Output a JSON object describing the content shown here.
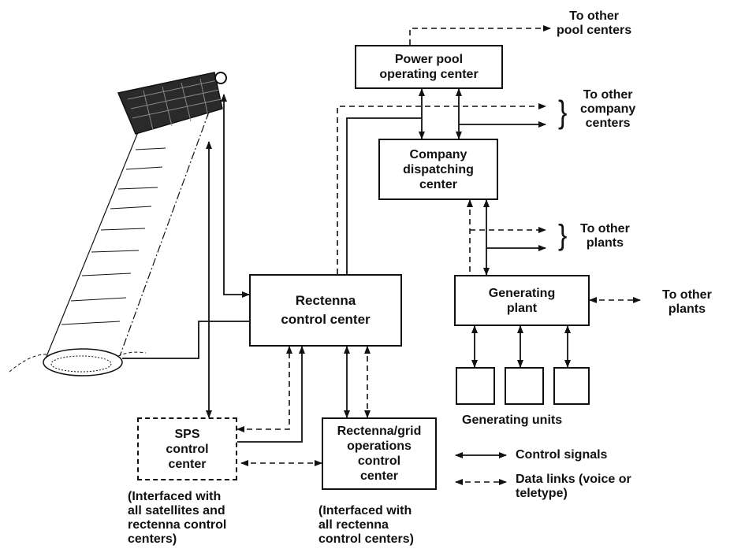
{
  "boxes": {
    "power_pool": "Power pool\noperating center",
    "company_dispatching": "Company\ndispatching\ncenter",
    "rectenna_control": "Rectenna\ncontrol  center",
    "generating_plant": "Generating\nplant",
    "sps_control": "SPS\ncontrol\ncenter",
    "rectenna_grid": "Rectenna/grid\noperations\ncontrol\ncenter"
  },
  "labels": {
    "to_other_pool_centers": "To other\npool centers",
    "to_other_company_centers": "To other\ncompany\ncenters",
    "to_other_plants_upper": "To other\nplants",
    "to_other_plants_right": "To other\nplants",
    "generating_units": "Generating units",
    "sps_note": "(Interfaced with\nall satellites and\nrectenna control\ncenters)",
    "rectenna_grid_note": "(Interfaced with\nall rectenna\ncontrol centers)"
  },
  "legend": {
    "control_signals": "Control signals",
    "data_links": "Data links (voice or\nteletype)"
  }
}
